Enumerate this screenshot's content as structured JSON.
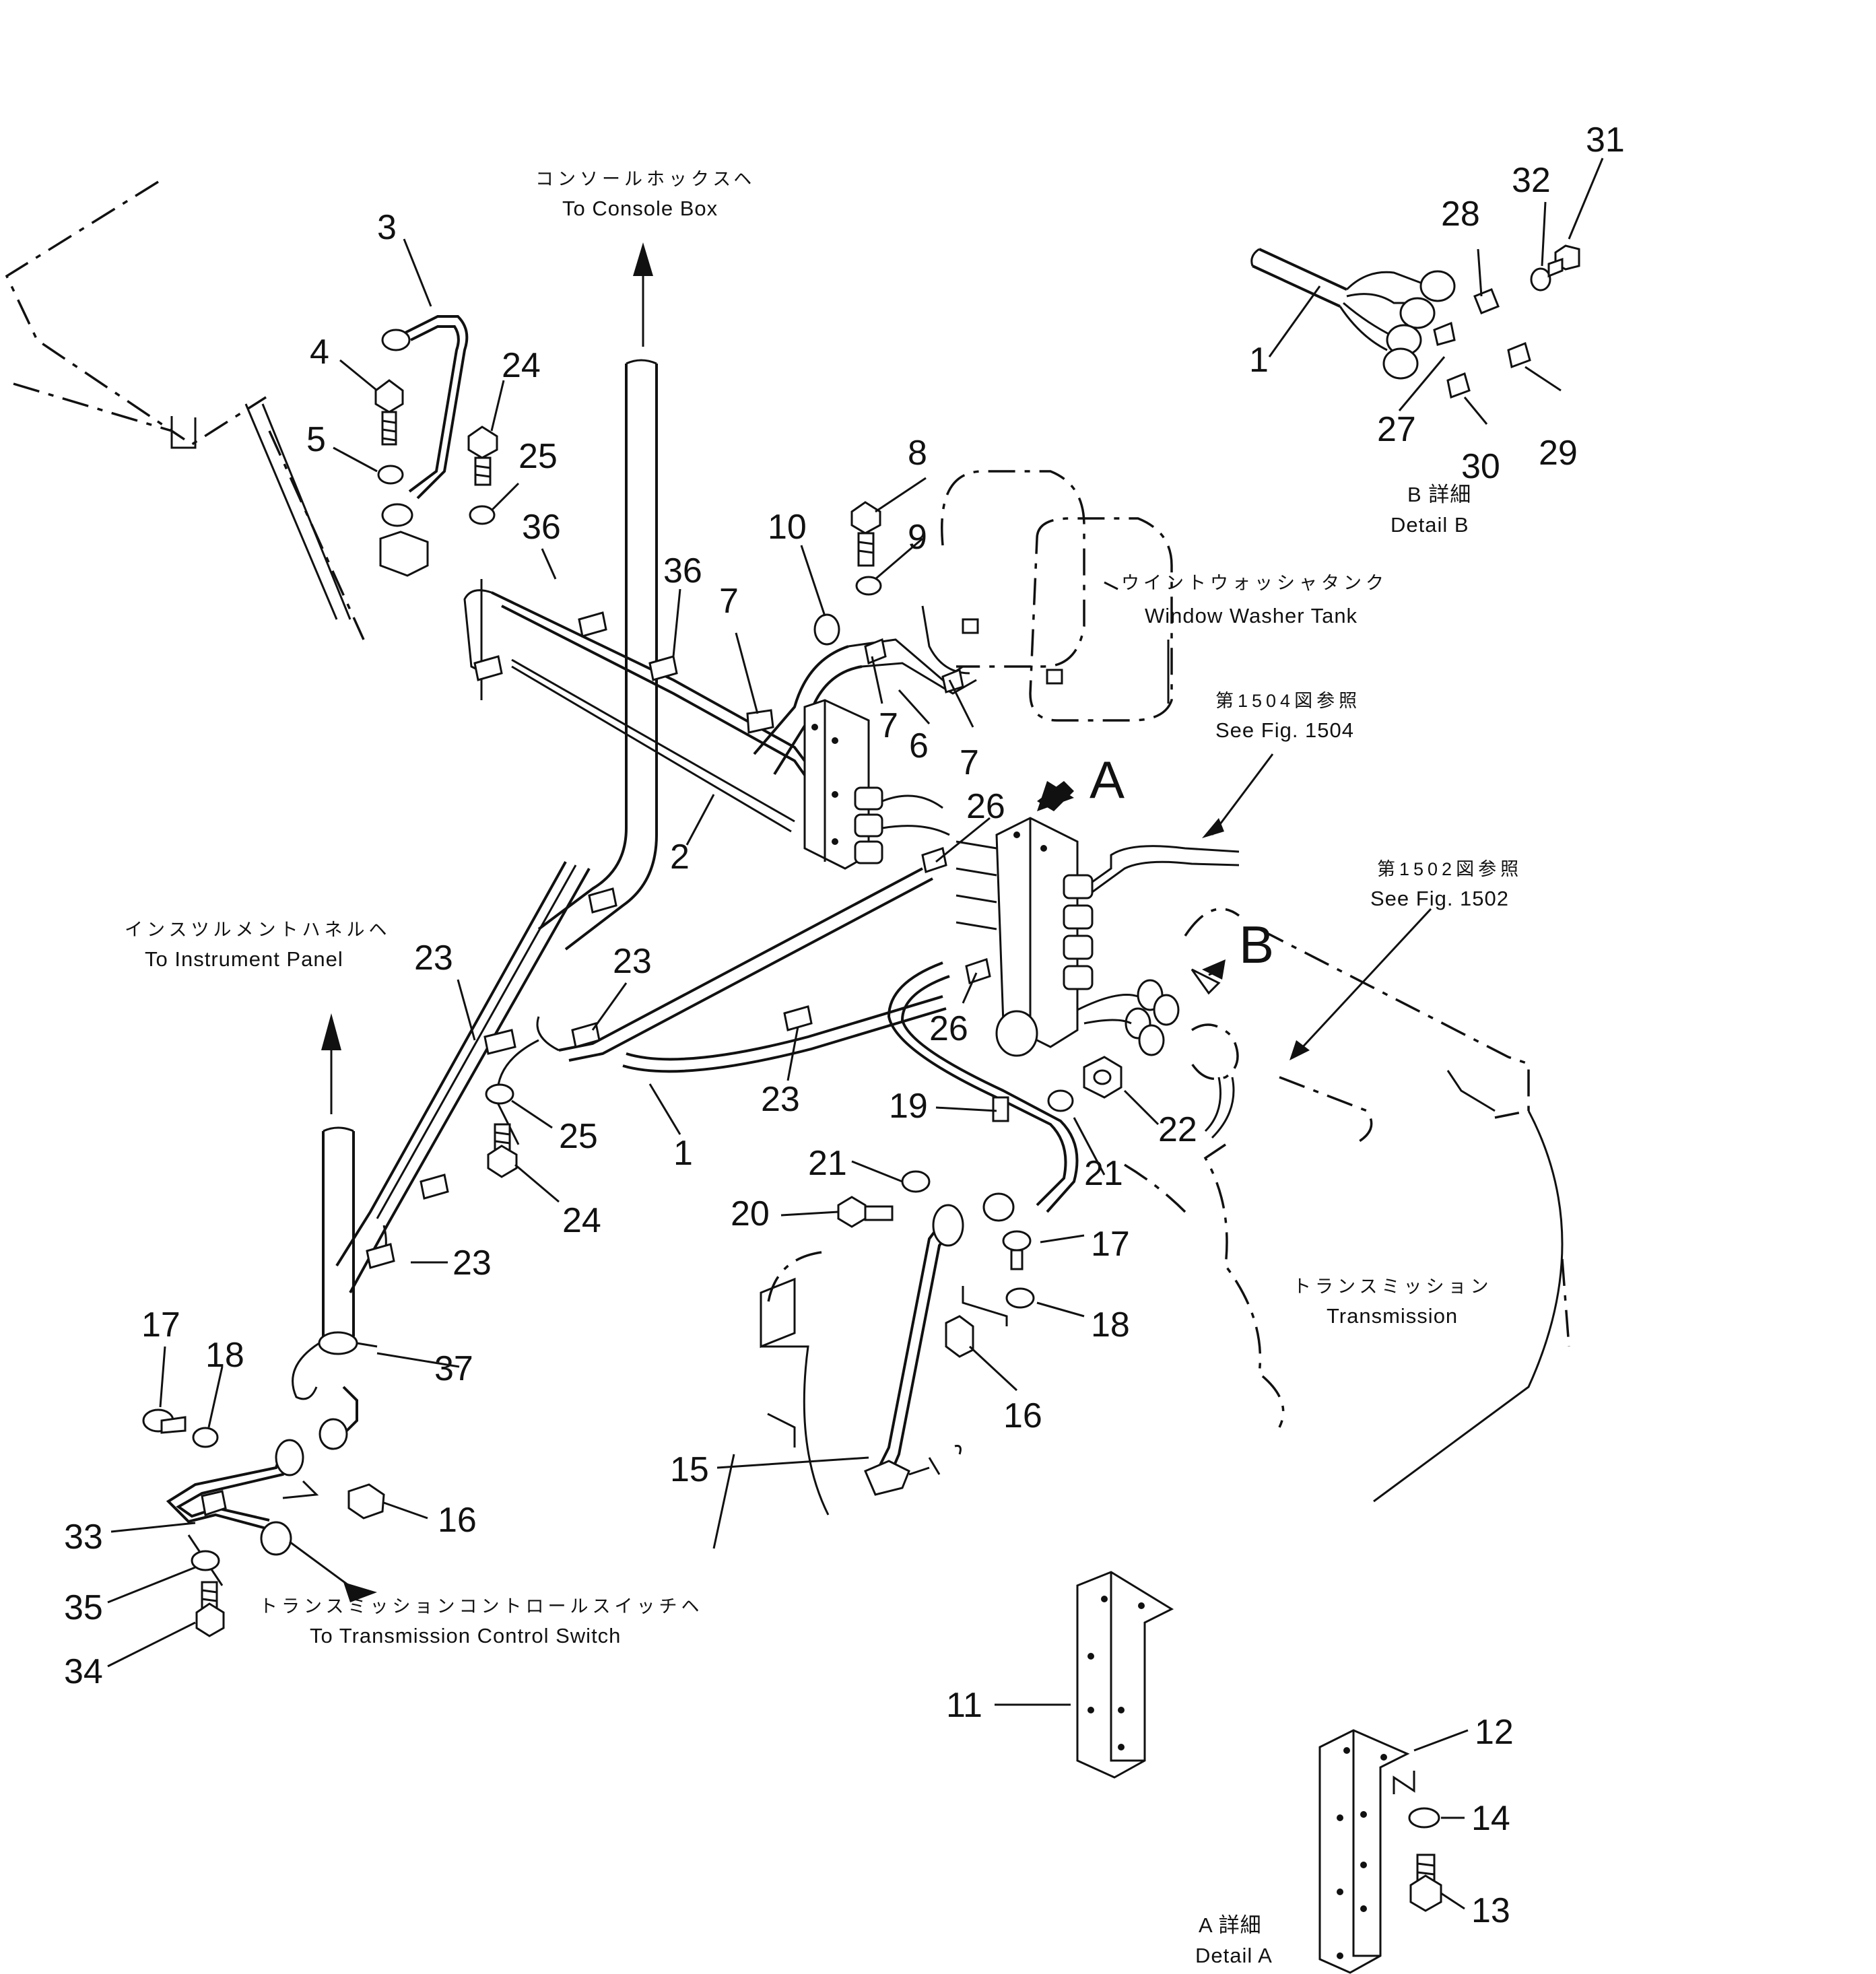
{
  "callouts": [
    "1",
    "2",
    "3",
    "4",
    "5",
    "6",
    "7",
    "8",
    "9",
    "10",
    "11",
    "12",
    "13",
    "14",
    "15",
    "16",
    "17",
    "18",
    "19",
    "20",
    "21",
    "22",
    "23",
    "24",
    "25",
    "26",
    "27",
    "28",
    "29",
    "30",
    "31",
    "32",
    "33",
    "34",
    "35",
    "36",
    "37"
  ],
  "detail_letters": {
    "a": "A",
    "b": "B"
  },
  "labels": {
    "console_box_jp": "コンソールホックスヘ",
    "console_box_en": "To Console Box",
    "instrument_panel_jp": "インスツルメントハネルヘ",
    "instrument_panel_en": "To Instrument Panel",
    "washer_tank_jp": "ウイントウォッシャタンク",
    "washer_tank_en": "Window Washer Tank",
    "see_fig_1504_jp": "第1504図参照",
    "see_fig_1504_en": "See Fig. 1504",
    "see_fig_1502_jp": "第1502図参照",
    "see_fig_1502_en": "See Fig. 1502",
    "transmission_jp": "トランスミッション",
    "transmission_en": "Transmission",
    "trans_switch_jp": "トランスミッションコントロールスイッチヘ",
    "trans_switch_en": "To Transmission Control Switch",
    "detail_a_jp": "A 詳細",
    "detail_a_en": "Detail A",
    "detail_b_jp": "B 詳細",
    "detail_b_en": "Detail B"
  }
}
